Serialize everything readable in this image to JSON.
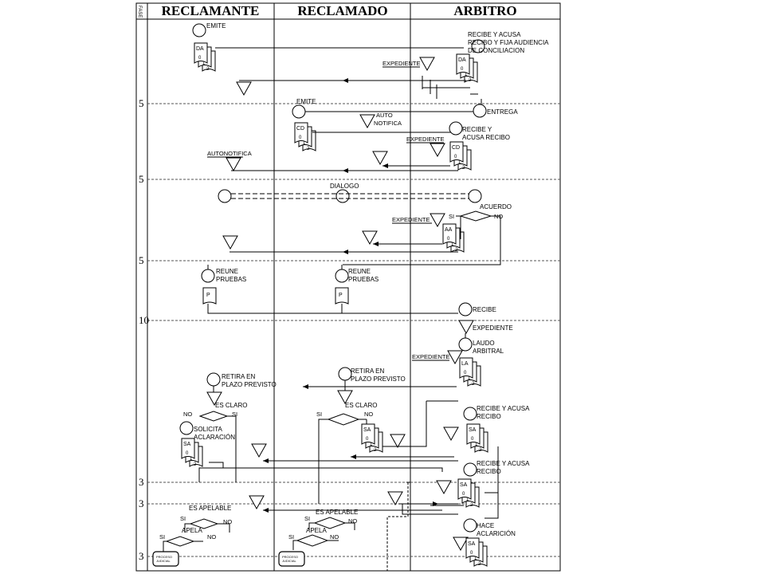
{
  "header": {
    "code": "FASE",
    "lanes": [
      "RECLAMANTE",
      "RECLAMADO",
      "ARBITRO"
    ]
  },
  "times": [
    "5",
    "5",
    "5",
    "10",
    "3",
    "3",
    "3"
  ],
  "labels": {
    "emite_a": "EMITE",
    "recibe_acusa_1a": "RECIBE Y ACUSA",
    "recibe_acusa_1b": "RECIBO Y FIJA AUDIENCIA",
    "recibe_acusa_1c": "DE CONCILIACION",
    "expediente_1": "EXPEDIENTE",
    "emite_b": "EMITE",
    "entrega": "ENTREGA",
    "auto_notifica_a": "AUTO",
    "auto_notifica_b": "NOTIFICA",
    "recibe_y_a": "RECIBE Y",
    "recibe_y_b": "ACUSA RECIBO",
    "expediente_2": "EXPEDIENTE",
    "autonotifica": "AUTONOTIFICA",
    "dialogo": "DIALOGO",
    "acuerdo": "ACUERDO",
    "si_1": "SI",
    "no_1": "NO",
    "expediente_3": "EXPEDIENTE",
    "reune_a1": "REUNE",
    "reune_a2": "PRUEBAS",
    "reune_b1": "REUNE",
    "reune_b2": "PRUEBAS",
    "recibe": "RECIBE",
    "expediente_4": "EXPEDIENTE",
    "laudo_a": "LAUDO",
    "laudo_b": "ARBITRAL",
    "expediente_5": "EXPEDIENTE",
    "retira_a1": "RETIRA EN",
    "retira_a2": "PLAZO PREVISTO",
    "retira_b1": "RETIRA EN",
    "retira_b2": "PLAZO PREVISTO",
    "esclaro_a": "ES CLARO",
    "esclaro_b": "ES CLARO",
    "no_2": "NO",
    "si_2": "SI",
    "si_3": "SI",
    "no_3": "NO",
    "solicita_a": "SOLICITA",
    "solicita_b": "ACLARACIÓN",
    "recibe_acusa_2a": "RECIBE Y ACUSA",
    "recibe_acusa_2b": "RECIBO",
    "recibe_acusa_3a": "RECIBE Y ACUSA",
    "recibe_acusa_3b": "RECIBO",
    "apelable_a": "ES APELABLE",
    "apelable_b": "ES APELABLE",
    "si_4": "SI",
    "no_4": "NO",
    "si_5": "SI",
    "no_5": "NO",
    "apela_a": "APELA",
    "apela_b": "APELA",
    "si_6": "SI",
    "no_6": "NO",
    "si_7": "SI",
    "no_7": "NO",
    "hace_a": "HACE",
    "hace_b": "ACLARICIÓN",
    "proceso_a1": "PROCESO",
    "proceso_a2": "JUDICIAL",
    "proceso_b1": "PROCESO",
    "proceso_b2": "JUDICIAL"
  },
  "documents": {
    "da": "DA",
    "cd": "CD",
    "aa": "AA",
    "la": "LA",
    "sa": "SA",
    "p": "P",
    "n0": "0",
    "n1": "1",
    "n2": "2"
  }
}
